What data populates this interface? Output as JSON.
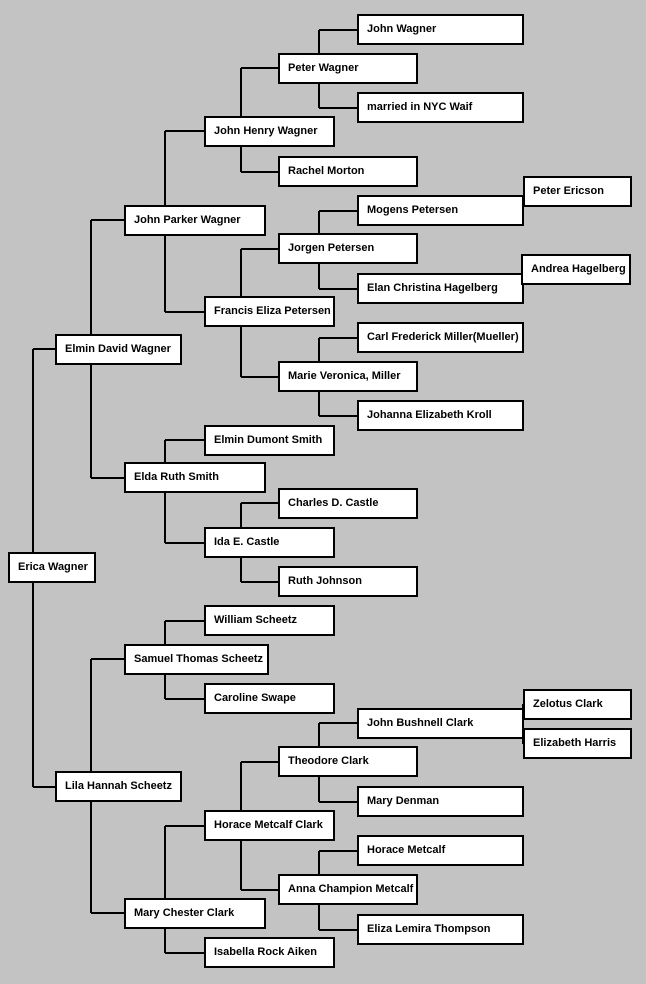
{
  "people": {
    "erica": "Erica Wagner",
    "elmin": "Elmin David Wagner",
    "lila": "Lila Hannah Scheetz",
    "jparker": "John Parker Wagner",
    "elda": "Elda Ruth Smith",
    "samuel": "Samuel Thomas Scheetz",
    "marych": "Mary Chester Clark",
    "jhenry": "John Henry Wagner",
    "francis": "Francis Eliza Petersen",
    "elmind": "Elmin Dumont Smith",
    "ida": "Ida E. Castle",
    "william": "William Scheetz",
    "caroline": "Caroline Swape",
    "horaceclark": "Horace Metcalf Clark",
    "isabella": "Isabella Rock Aiken",
    "peter": "Peter Wagner",
    "rachel": "Rachel Morton",
    "jorgen": "Jorgen Petersen",
    "marie": "Marie Veronica, Miller",
    "charles": "Charles D. Castle",
    "ruth": "Ruth Johnson",
    "theodore": "Theodore Clark",
    "anna": "Anna Champion Metcalf",
    "johnw": "John Wagner",
    "waif": "married in NYC Waif",
    "mogens": "Mogens Petersen",
    "elan": "Elan Christina Hagelberg",
    "carl": "Carl Frederick Miller(Mueller)",
    "johanna": "Johanna Elizabeth Kroll",
    "johnb": "John Bushnell Clark",
    "marydenman": "Mary Denman",
    "horacem": "Horace Metcalf",
    "eliza": "Eliza Lemira Thompson",
    "petere": "Peter Ericson",
    "andrea": "Andrea Hagelberg",
    "zelotus": "Zelotus Clark",
    "elizabeth": "Elizabeth Harris"
  },
  "colors": {
    "background": "#c3c3c3",
    "box_fill": "#ffffff",
    "box_border": "#000000",
    "line": "#000000"
  }
}
